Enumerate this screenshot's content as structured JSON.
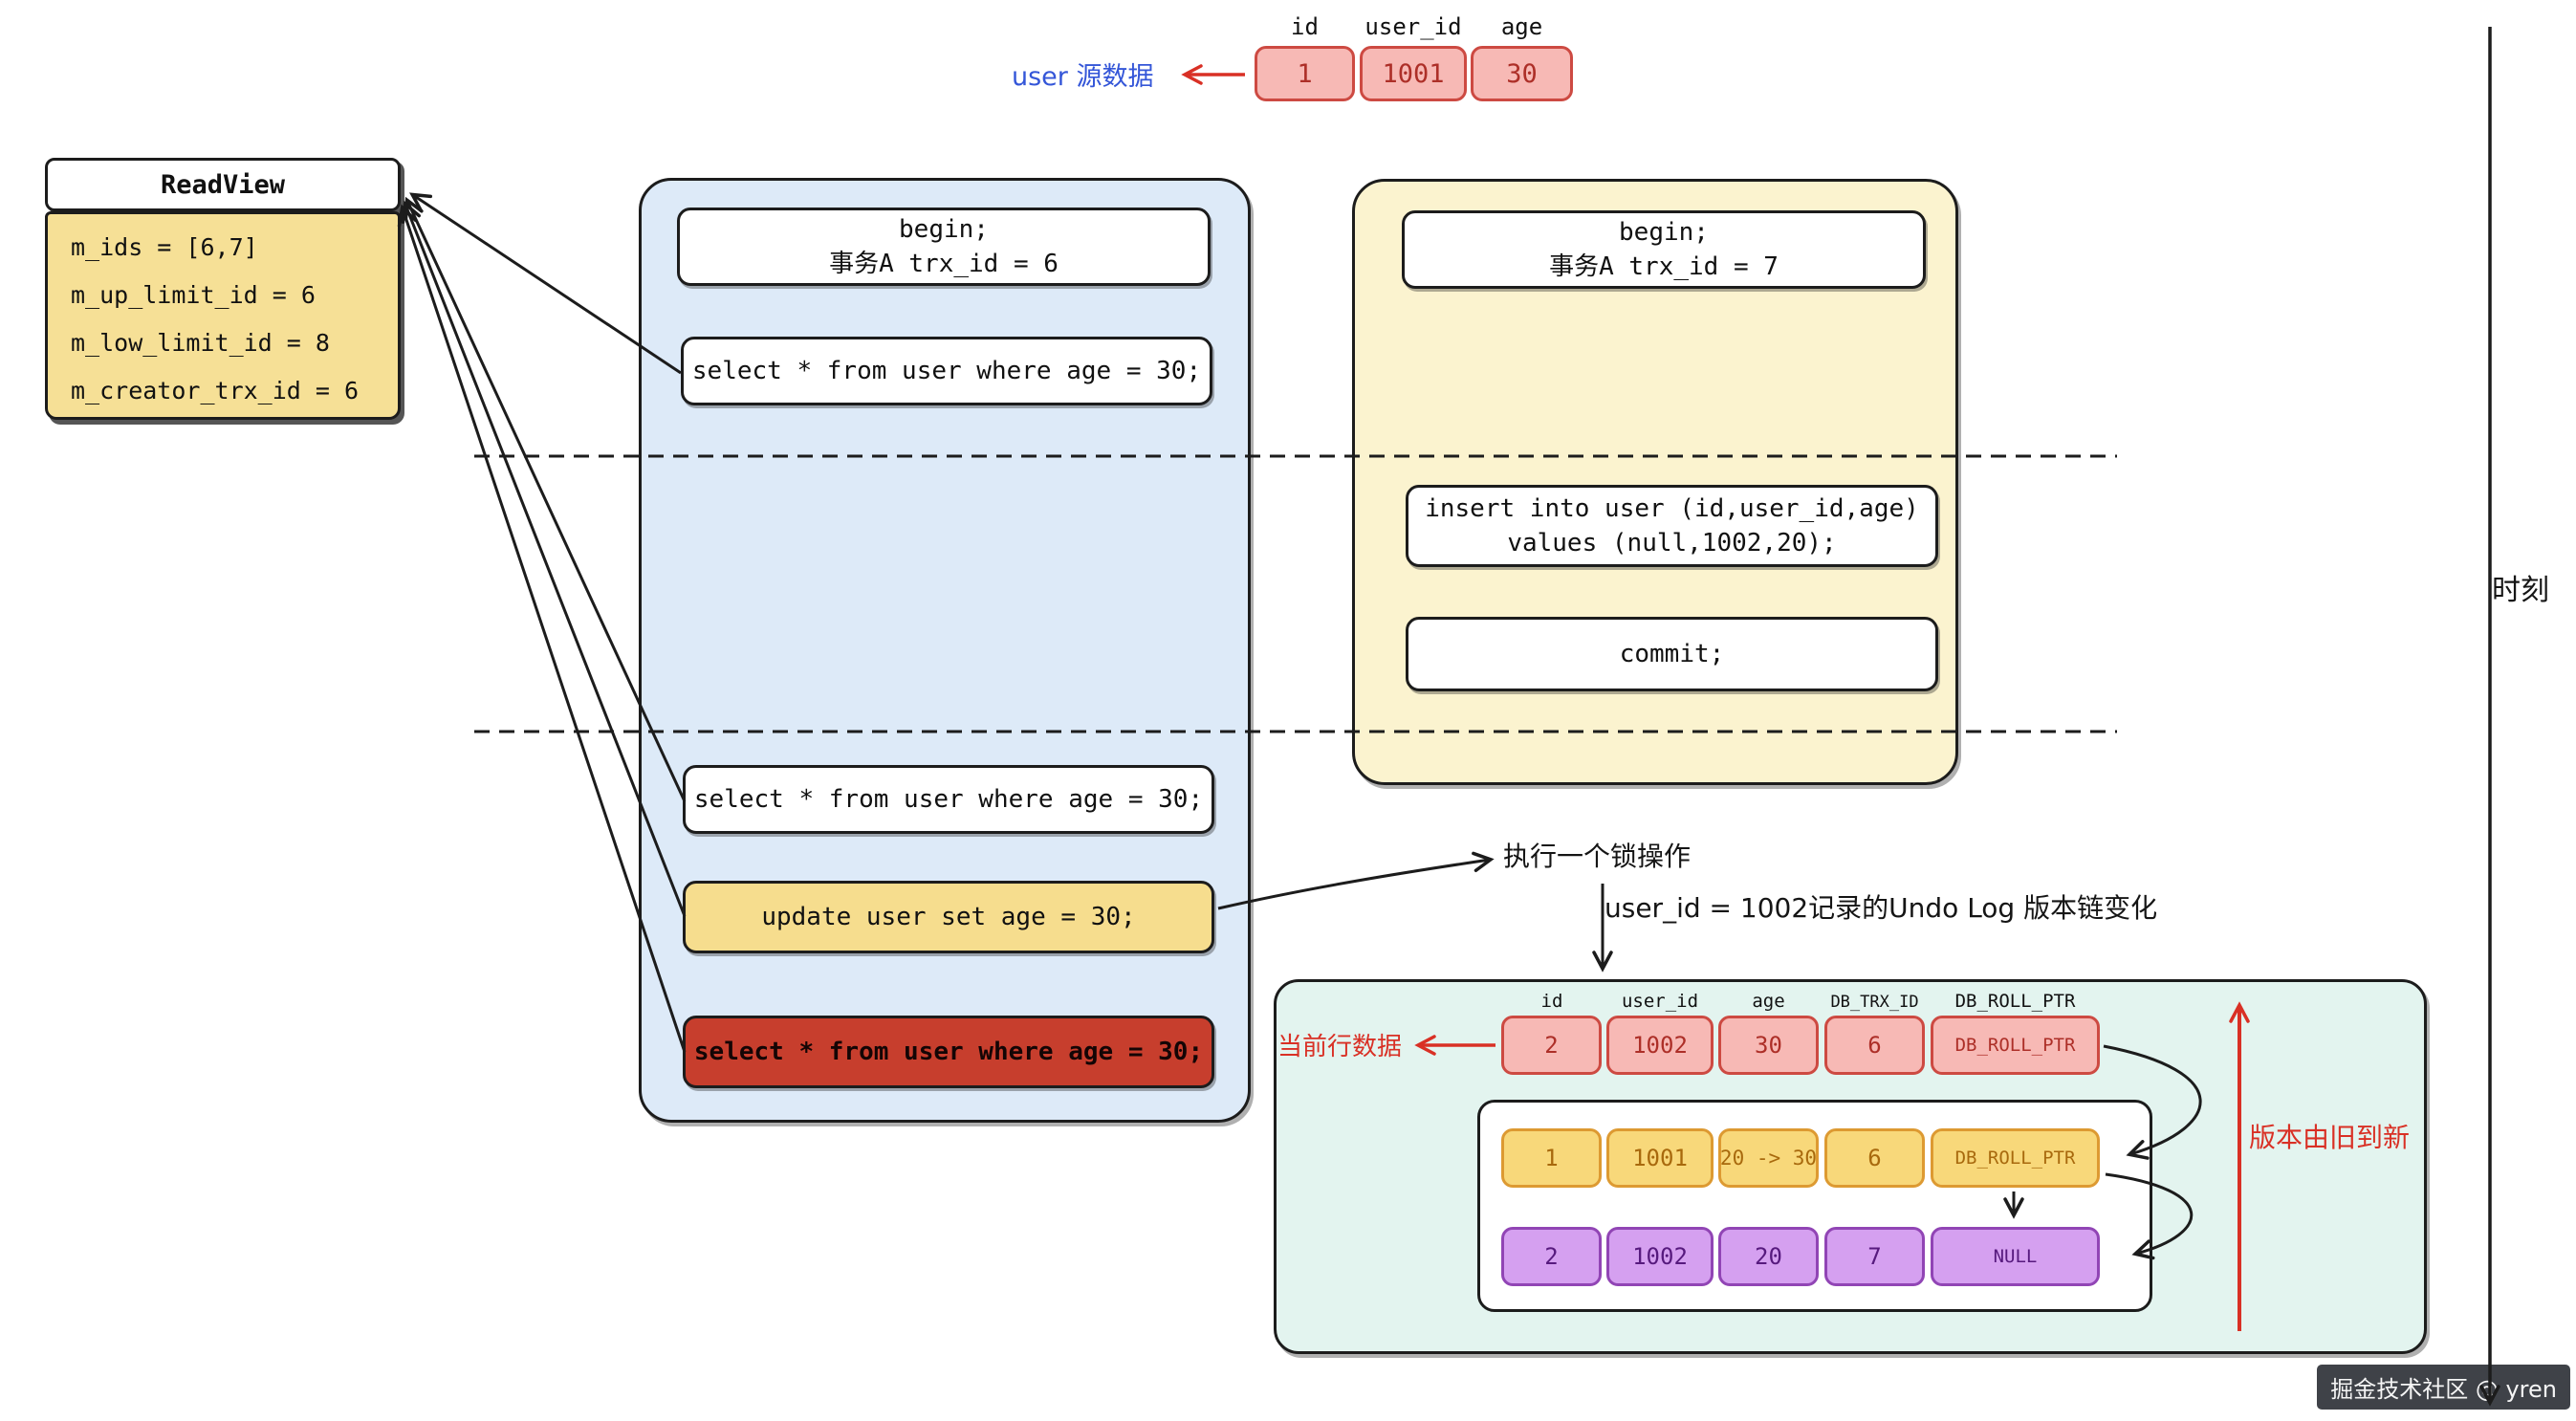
{
  "source_table": {
    "label": "user 源数据",
    "headers": [
      "id",
      "user_id",
      "age"
    ],
    "row": [
      "1",
      "1001",
      "30"
    ]
  },
  "readview": {
    "title": "ReadView",
    "fields": [
      "m_ids = [6,7]",
      "m_up_limit_id = 6",
      "m_low_limit_id = 8",
      "m_creator_trx_id = 6"
    ]
  },
  "transaction_a": {
    "begin_line1": "begin;",
    "begin_line2": "事务A trx_id = 6",
    "select_1": "select * from user where age = 30;",
    "select_2": "select * from user where age = 30;",
    "update": "update user set age = 30;",
    "select_3": "select * from user where age = 30;"
  },
  "transaction_b": {
    "begin_line1": "begin;",
    "begin_line2": "事务A trx_id = 7",
    "insert_line1": "insert into user (id,user_id,age)",
    "insert_line2": "values (null,1002,20);",
    "commit": "commit;"
  },
  "annotations": {
    "lock_operation": "执行一个锁操作",
    "undo_log_note": "user_id = 1002记录的Undo Log 版本链变化",
    "current_row_label": "当前行数据",
    "version_order": "版本由旧到新",
    "timeline": "时刻"
  },
  "undo_chain": {
    "headers": [
      "id",
      "user_id",
      "age",
      "DB_TRX_ID",
      "DB_ROLL_PTR"
    ],
    "current_row": [
      "2",
      "1002",
      "30",
      "6",
      "DB_ROLL_PTR"
    ],
    "versions": [
      [
        "1",
        "1001",
        "20 -> 30",
        "6",
        "DB_ROLL_PTR"
      ],
      [
        "2",
        "1002",
        "20",
        "7",
        "NULL"
      ]
    ]
  },
  "watermark": "掘金技术社区 @ yren",
  "colors": {
    "annotation_blue": "#3456d8",
    "annotation_red": "#d93025",
    "transaction_a_bg": "#ddeaf8",
    "transaction_b_bg": "#fbf3cf",
    "readview_bg": "#f6e096",
    "update_bg": "#f6dd8e",
    "locked_select_bg": "#c73e2d",
    "row_red_bg": "#f7b9b5",
    "row_orange_bg": "#f8d87a",
    "row_purple_bg": "#d5a0f0",
    "undo_panel_bg": "#e3f4ef"
  }
}
